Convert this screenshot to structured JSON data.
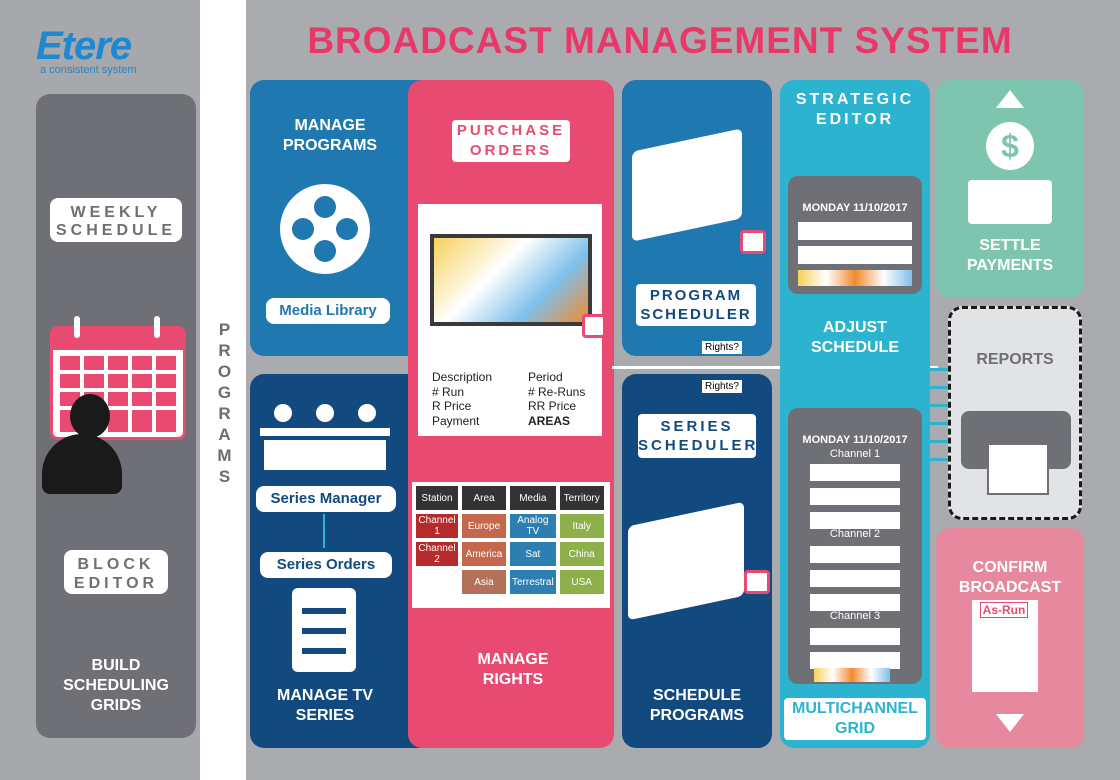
{
  "brand": {
    "logo": "Etere",
    "tagline": "a consistent system"
  },
  "title": "BROADCAST MANAGEMENT SYSTEM",
  "left": {
    "weekly": "WEEKLY SCHEDULE",
    "block": "BLOCK EDITOR",
    "footer": "BUILD SCHEDULING GRIDS"
  },
  "vertical_label": "PROGRAMS",
  "manage_programs": {
    "title": "MANAGE PROGRAMS",
    "tag": "Media Library"
  },
  "manage_tv_series": {
    "tag1": "Series Manager",
    "tag2": "Series Orders",
    "footer": "MANAGE TV SERIES"
  },
  "purchase": {
    "title": "PURCHASE ORDERS",
    "footer": "MANAGE RIGHTS",
    "bullets_left": [
      "Description",
      "# Run",
      "R Price",
      "Payment"
    ],
    "bullets_right": [
      "Period",
      "# Re-Runs",
      "RR Price",
      "AREAS"
    ]
  },
  "rights_table": {
    "headers": [
      "Station",
      "Area",
      "Media",
      "Territory"
    ],
    "rows": [
      [
        "Channel 1",
        "Europe",
        "Analog TV",
        "Italy"
      ],
      [
        "Channel 2",
        "America",
        "Sat",
        "China"
      ],
      [
        "",
        "Asia",
        "Terrestral",
        "USA"
      ]
    ]
  },
  "schedulers": {
    "program": "PROGRAM SCHEDULER",
    "series": "SERIES SCHEDULER",
    "footer": "SCHEDULE PROGRAMS",
    "rights": "Rights?"
  },
  "strategic": {
    "title": "STRATEGIC EDITOR",
    "date": "MONDAY 11/10/2017",
    "adjust": "ADJUST SCHEDULE",
    "grid_date": "MONDAY 11/10/2017",
    "channels": [
      "Channel 1",
      "Channel 2",
      "Channel 3"
    ],
    "grid_footer": "MULTICHANNEL GRID"
  },
  "right": {
    "settle": "SETTLE PAYMENTS",
    "reports": "REPORTS",
    "confirm": "CONFIRM BROADCAST",
    "asrun": "As-Run"
  },
  "colors": {
    "pink": "#e94a72",
    "blue": "#1f78b0",
    "navy": "#124a80",
    "cyan": "#2cb3d0",
    "green": "#7ec5b0",
    "rose": "#e6899e",
    "grey": "#6f7075"
  }
}
